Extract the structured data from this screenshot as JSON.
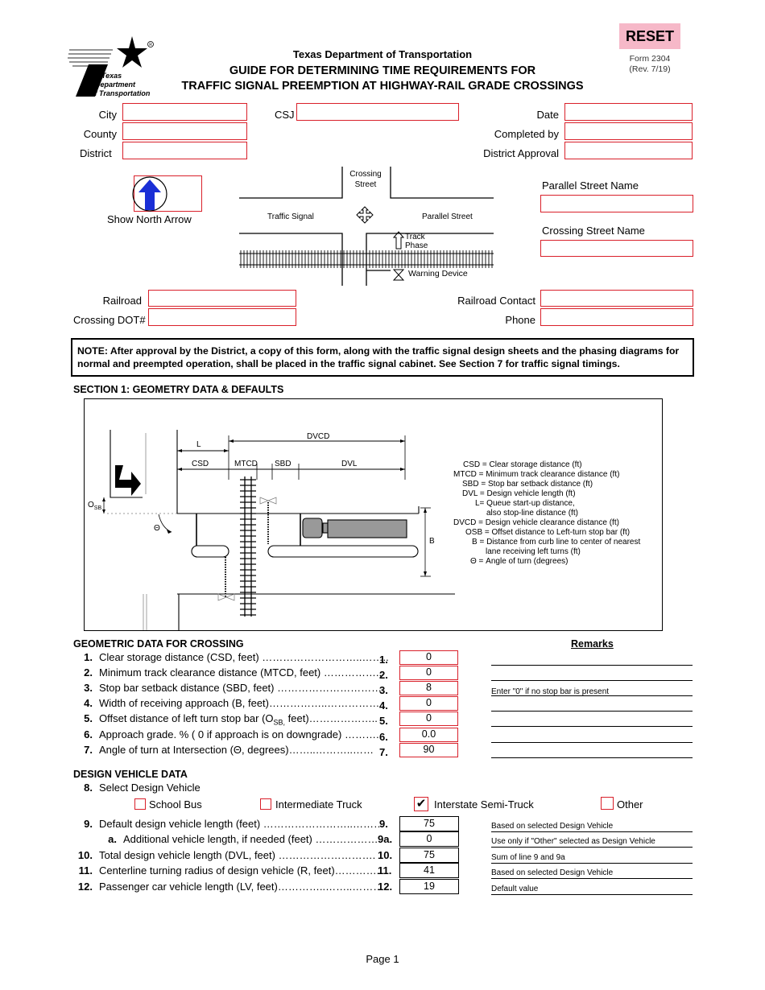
{
  "header": {
    "agency": "Texas Department of Transportation",
    "title_line1": "GUIDE FOR DETERMINING TIME REQUIREMENTS FOR",
    "title_line2": "TRAFFIC SIGNAL PREEMPTION AT HIGHWAY-RAIL GRADE CROSSINGS",
    "reset_label": "RESET",
    "form_number": "Form 2304",
    "revision": "(Rev. 7/19)",
    "logo_text": "Texas Department of Transportation"
  },
  "fields": {
    "city_label": "City",
    "county_label": "County",
    "district_label": "District",
    "csj_label": "CSJ",
    "date_label": "Date",
    "completed_by_label": "Completed by",
    "district_approval_label": "District Approval",
    "railroad_label": "Railroad",
    "crossing_dot_label": "Crossing DOT#",
    "railroad_contact_label": "Railroad Contact",
    "phone_label": "Phone",
    "parallel_street_label": "Parallel Street Name",
    "crossing_street_label": "Crossing Street Name"
  },
  "intersection": {
    "north_arrow_label": "Show North Arrow",
    "crossing_street": "Crossing Street",
    "traffic_signal": "Traffic Signal",
    "parallel_street": "Parallel Street",
    "track_phase": "Track Phase",
    "warning_device": "Warning Device"
  },
  "note": "NOTE:  After approval by the District, a copy of this form, along with the traffic signal design sheets and the phasing diagrams for normal and preempted operation, shall be placed in the traffic signal cabinet.  See Section 7 for traffic signal timings.",
  "section1": {
    "title": "SECTION 1:  GEOMETRY DATA & DEFAULTS",
    "diagram_labels": {
      "L": "L",
      "DVCD": "DVCD",
      "CSD": "CSD",
      "MTCD": "MTCD",
      "SBD": "SBD",
      "DVL": "DVL",
      "OSB": "O",
      "OSB_sub": "SB",
      "theta": "Θ",
      "B": "B"
    },
    "legend": [
      "CSD = Clear storage distance (ft)",
      "MTCD = Minimum track clearance distance (ft)",
      "SBD = Stop bar setback distance (ft)",
      "DVL = Design vehicle length (ft)",
      "L= Queue start-up distance,",
      "also stop-line distance (ft)",
      "DVCD = Design vehicle clearance distance (ft)",
      "OSB = Offset distance to Left-turn stop bar (ft)",
      "B = Distance from curb line to center of nearest",
      "lane receiving left turns (ft)",
      "Θ = Angle of turn (degrees)"
    ]
  },
  "geometric": {
    "title": "GEOMETRIC DATA FOR CROSSING",
    "remarks_title": "Remarks",
    "rows": [
      {
        "num": "1.",
        "text": "Clear storage distance (CSD, feet) ………………………..……..",
        "line": "1.",
        "value": "0",
        "remark": ""
      },
      {
        "num": "2.",
        "text": "Minimum track clearance distance (MTCD, feet) ……………..",
        "line": "2.",
        "value": "0",
        "remark": ""
      },
      {
        "num": "3.",
        "text": "Stop bar setback distance (SBD, feet) ………………………….",
        "line": "3.",
        "value": "8",
        "remark": "Enter \"0\" if no stop bar is present"
      },
      {
        "num": "4.",
        "text": "Width of receiving approach (B, feet)……………..……………",
        "line": "4.",
        "value": "0",
        "remark": ""
      },
      {
        "num": "5.",
        "text": "Offset distance of left turn stop bar (O",
        "sub": "SB,",
        "text2": " feet)………………..",
        "line": "5.",
        "value": "0",
        "remark": ""
      },
      {
        "num": "6.",
        "text": "Approach grade. % ( 0 if approach is on downgrade) ……….",
        "line": "6.",
        "value": "0.0",
        "remark": ""
      },
      {
        "num": "7.",
        "text": "Angle of turn at Intersection (Θ, degrees)……..………..……",
        "line": "7.",
        "value": "90",
        "remark": ""
      }
    ]
  },
  "design_vehicle": {
    "title": "DESIGN VEHICLE DATA",
    "select_num": "8.",
    "select_label": "Select Design Vehicle",
    "options": [
      {
        "label": "School Bus",
        "checked": false
      },
      {
        "label": "Intermediate Truck",
        "checked": false
      },
      {
        "label": "Interstate Semi-Truck",
        "checked": true
      },
      {
        "label": "Other",
        "checked": false
      }
    ],
    "check_glyph": "✔",
    "rows": [
      {
        "num": "9.",
        "text": "Default design vehicle length (feet) ……………………..………",
        "line": "9.",
        "value": "75",
        "remark": "Based on selected Design Vehicle"
      },
      {
        "num": "a.",
        "text": "Additional vehicle length, if needed (feet) ………………",
        "line": "9a.",
        "value": "0",
        "remark": "Use only if \"Other\" selected as Design Vehicle"
      },
      {
        "num": "10.",
        "text": "Total design vehicle length (DVL, feet) ……………………….",
        "line": "10.",
        "value": "75",
        "remark": "Sum of line 9 and 9a"
      },
      {
        "num": "11.",
        "text": "Centerline turning radius of design vehicle (R, feet)………….",
        "line": "11.",
        "value": "41",
        "remark": "Based on selected Design Vehicle"
      },
      {
        "num": "12.",
        "text": "Passenger car vehicle length (LV, feet)…………..……..………",
        "line": "12.",
        "value": "19",
        "remark": "Default value"
      }
    ]
  },
  "footer": {
    "page": "Page 1"
  }
}
